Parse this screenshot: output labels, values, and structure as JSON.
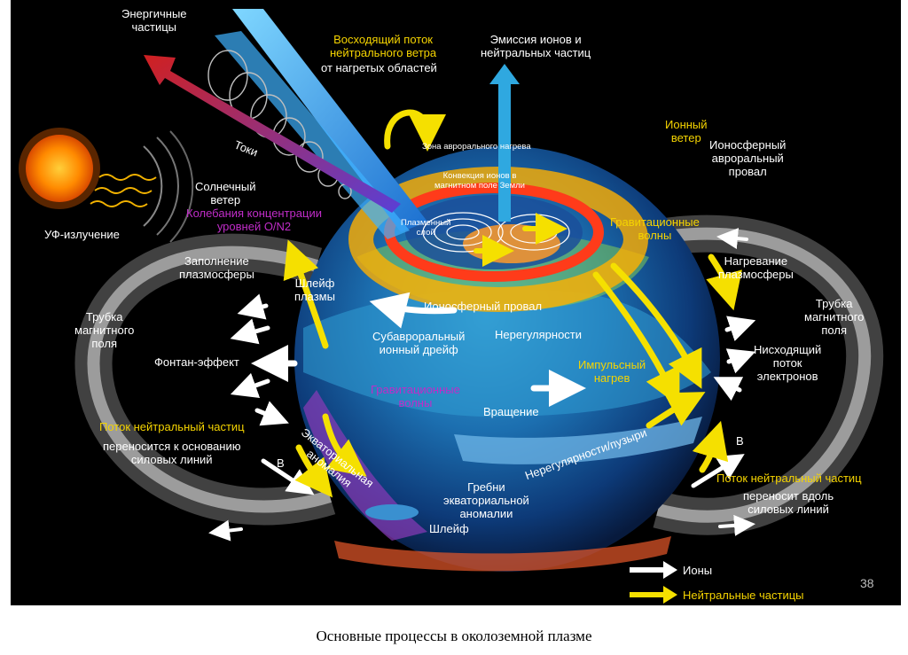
{
  "labels": {
    "energetic_particles": "Энергичные\nчастицы",
    "rising_flow": "Восходящий поток\nнейтрального ветра",
    "rising_flow_sub": "от нагретых областей",
    "emission": "Эмиссия ионов и\nнейтральных частиц",
    "currents": "Токи",
    "auroral_heating_zone": "Зона аврорального нагрева",
    "ion_convection": "Конвекция ионов в\nмагнитном поле Земли",
    "ion_wind": "Ионный\nветер",
    "auroral_trough": "Ионосферный\nавроральный\nпровал",
    "solar_wind": "Солнечный\nветер",
    "concentration_oscillations": "Колебания концентрации\nуровней O/N2",
    "plasma_layer": "Плазменный\nслой",
    "gravity_waves_top": "Гравитационные\nволны",
    "uv_radiation": "УФ-излучение",
    "plasmasphere_filling": "Заполнение\nплазмосферы",
    "plasma_plume": "Шлейф\nплазмы",
    "plasmasphere_heating": "Нагревание\nплазмосферы",
    "magnetic_tube_left": "Трубка\nмагнитного\nполя",
    "ionospheric_trough": "Ионосферный провал",
    "magnetic_tube_right": "Трубка\nмагнитного\nполя",
    "subauroral_drift": "Субавроральный\nионный дрейф",
    "irregularities": "Нерегулярности",
    "fountain_effect": "Фонтан-эффект",
    "descending_electrons": "Нисходящий\nпоток\nэлектронов",
    "impulse_heating": "Импульсный\nнагрев",
    "gravity_waves_mid": "Гравитационные\nволны",
    "rotation": "Вращение",
    "neutral_flow_left": "Поток нейтральный частиц",
    "neutral_flow_left_sub": "переносится к основанию\nсиловых линий",
    "equatorial_anomaly": "Экваториальная\nаномалия",
    "irregularities_bubbles": "Нерегулярности/пузыри",
    "b_left": "B",
    "b_right": "B",
    "neutral_flow_right": "Поток нейтральный частиц",
    "neutral_flow_right_sub": "переносит вдоль\nсиловых линий",
    "crests": "Гребни\nэкваториальной\nаномалии",
    "plume": "Шлейф"
  },
  "legend": {
    "ions": "Ионы",
    "neutrals": "Нейтральные частицы"
  },
  "page_number": "38",
  "caption": "Основные процессы в околоземной плазме"
}
